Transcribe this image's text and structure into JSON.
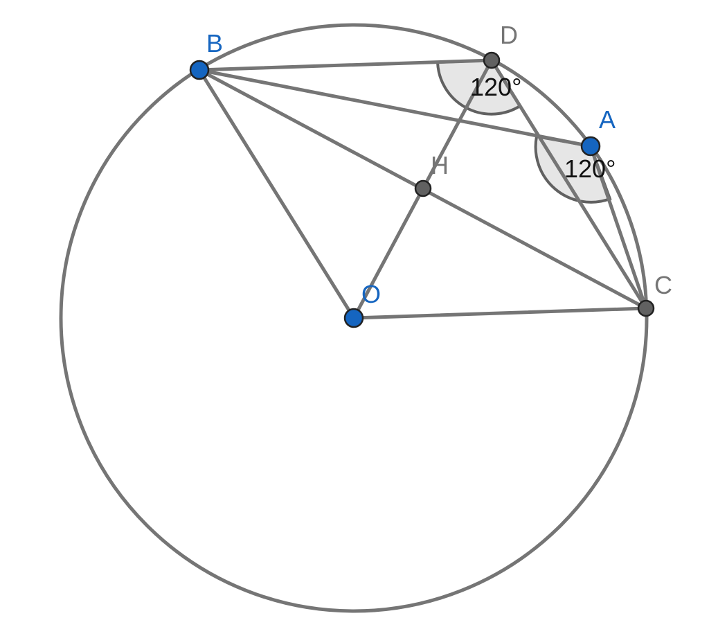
{
  "points": {
    "B": {
      "label": "B",
      "color": "#1565c0"
    },
    "D": {
      "label": "D",
      "color": "#757575"
    },
    "A": {
      "label": "A",
      "color": "#1565c0"
    },
    "H": {
      "label": "H",
      "color": "#757575"
    },
    "O": {
      "label": "O",
      "color": "#1565c0"
    },
    "C": {
      "label": "C",
      "color": "#757575"
    }
  },
  "angles": {
    "BDC": {
      "value": "120°",
      "vertex": "D"
    },
    "BAC": {
      "value": "120°",
      "vertex": "A"
    }
  },
  "colors": {
    "lines": "#757575",
    "blue_points": "#1565c0",
    "gray_points": "#616161",
    "angle_fill": "#e6e6e6"
  }
}
